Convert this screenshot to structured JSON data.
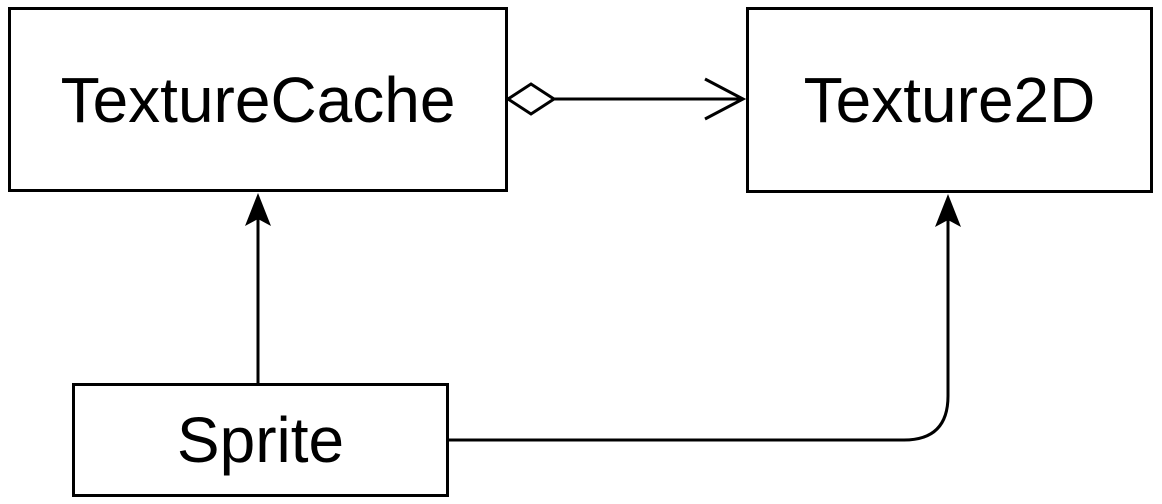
{
  "diagram": {
    "kind": "uml-class-diagram",
    "background": "#ffffff",
    "colors": {
      "stroke": "#000000",
      "node_fill": "#ffffff",
      "text": "#000000"
    },
    "nodes": [
      {
        "id": "texturecache",
        "label": "TextureCache"
      },
      {
        "id": "texture2d",
        "label": "Texture2D"
      },
      {
        "id": "sprite",
        "label": "Sprite"
      }
    ],
    "edges": [
      {
        "from": "TextureCache",
        "to": "Texture2D",
        "type": "aggregation",
        "source_decoration": "hollow-diamond",
        "target_decoration": "open-arrowhead"
      },
      {
        "from": "Sprite",
        "to": "TextureCache",
        "type": "directed-association",
        "target_decoration": "filled-arrowhead"
      },
      {
        "from": "Sprite",
        "to": "Texture2D",
        "type": "directed-association",
        "target_decoration": "filled-arrowhead",
        "route": "right-then-up-rounded-corner"
      }
    ]
  }
}
